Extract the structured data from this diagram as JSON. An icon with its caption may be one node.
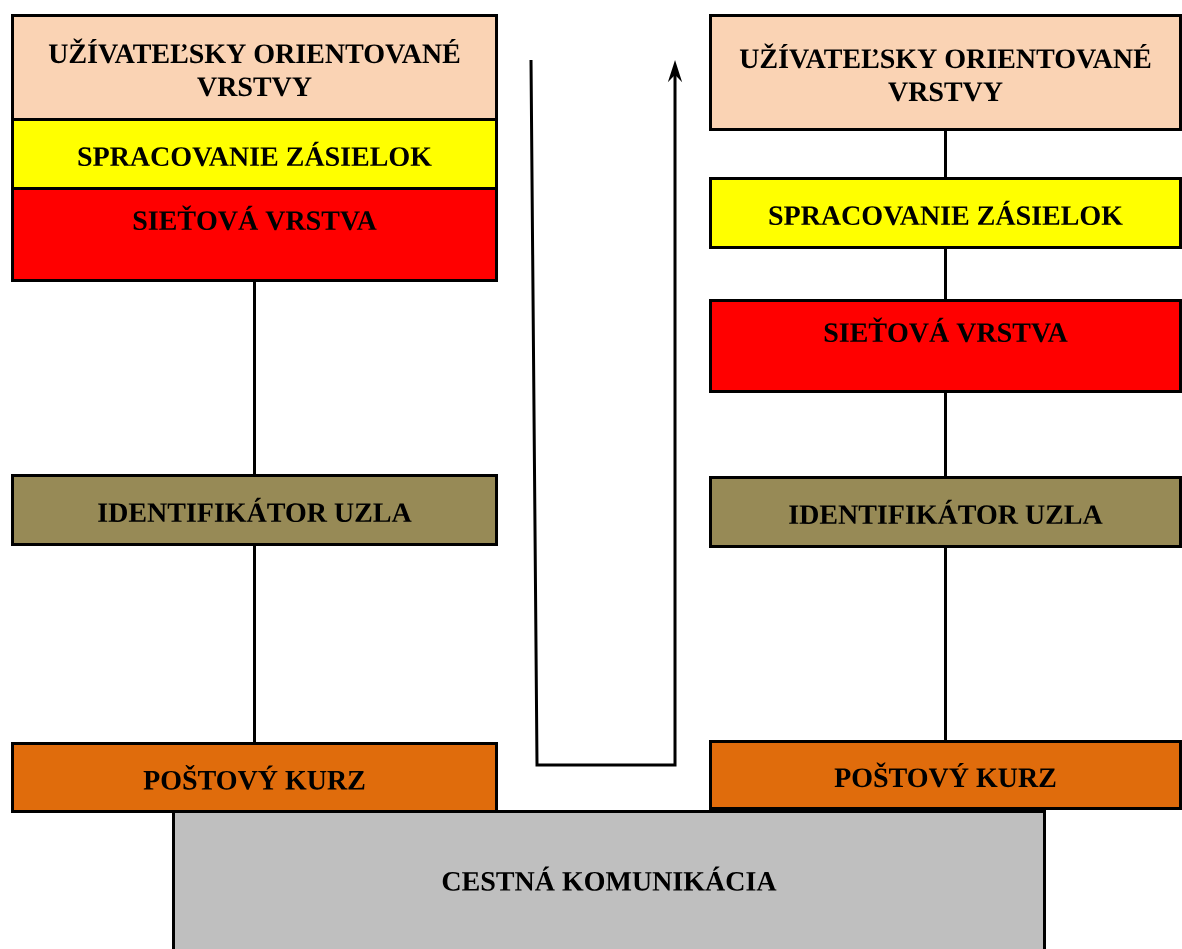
{
  "diagram": {
    "nodes": [
      {
        "text": [
          "UŽÍVATEĽSKY ORIENTOVANÉ VRSTVY"
        ]
      },
      {
        "text": [
          "SPRACOVANIE ZÁSIELOK"
        ]
      },
      {
        "text": [
          "SIEŤOVÁ VRSTVA"
        ]
      },
      {
        "text": [
          "IDENTIFIKÁTOR UZLA"
        ]
      },
      {
        "text": [
          "POŠTOVÝ KURZ"
        ]
      },
      {
        "text": [
          "UŽÍVATEĽSKY ORIENTOVANÉ VRSTVY"
        ]
      },
      {
        "text": [
          "SPRACOVANIE ZÁSIELOK"
        ]
      },
      {
        "text": [
          "SIEŤOVÁ VRSTVA"
        ]
      },
      {
        "text": [
          "IDENTIFIKÁTOR UZLA"
        ]
      },
      {
        "text": [
          "POŠTOVÝ KURZ"
        ]
      },
      {
        "text": [
          "CESTNÁ KOMUNIKÁCIA"
        ]
      }
    ],
    "edges": [
      {
        "from": 2,
        "to": 3,
        "arrow": "none"
      },
      {
        "from": 3,
        "to": 4,
        "arrow": "none"
      },
      {
        "from": 5,
        "to": 6,
        "arrow": "none"
      },
      {
        "from": 6,
        "to": 7,
        "arrow": "none"
      },
      {
        "from": 7,
        "to": 8,
        "arrow": "none"
      },
      {
        "from": 8,
        "to": 9,
        "arrow": "none"
      }
    ]
  }
}
